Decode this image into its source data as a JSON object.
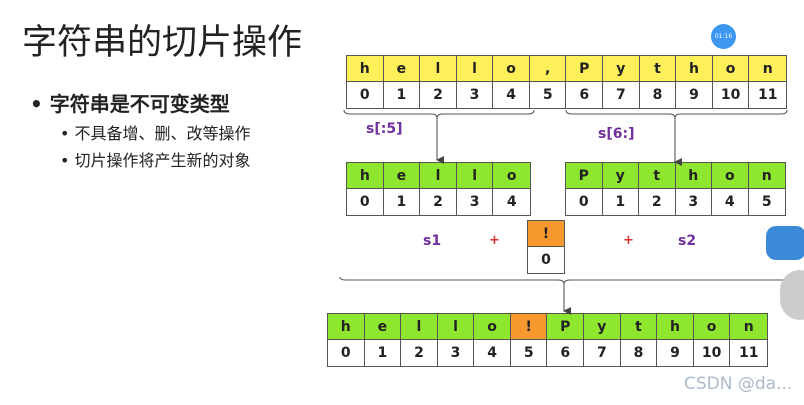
{
  "title": "字符串的切片操作",
  "bullets": {
    "main": "字符串是不可变类型",
    "sub": [
      "不具备增、删、改等操作",
      "切片操作将产生新的对象"
    ]
  },
  "timer": "01:16",
  "original": {
    "chars": [
      "h",
      "e",
      "l",
      "l",
      "o",
      ",",
      "P",
      "y",
      "t",
      "h",
      "o",
      "n"
    ],
    "indices": [
      "0",
      "1",
      "2",
      "3",
      "4",
      "5",
      "6",
      "7",
      "8",
      "9",
      "10",
      "11"
    ]
  },
  "s1": {
    "chars": [
      "h",
      "e",
      "l",
      "l",
      "o"
    ],
    "indices": [
      "0",
      "1",
      "2",
      "3",
      "4"
    ]
  },
  "s2": {
    "chars": [
      "P",
      "y",
      "t",
      "h",
      "o",
      "n"
    ],
    "indices": [
      "0",
      "1",
      "2",
      "3",
      "4",
      "5"
    ]
  },
  "bang": {
    "chars": [
      "!"
    ],
    "indices": [
      "0"
    ]
  },
  "result": {
    "chars": [
      "h",
      "e",
      "l",
      "l",
      "o",
      "!",
      "P",
      "y",
      "t",
      "h",
      "o",
      "n"
    ],
    "indices": [
      "0",
      "1",
      "2",
      "3",
      "4",
      "5",
      "6",
      "7",
      "8",
      "9",
      "10",
      "11"
    ]
  },
  "labels": {
    "slice1": "s[:5]",
    "slice2": "s[6:]",
    "s1": "s1",
    "plus": "+",
    "s2": "s2"
  },
  "watermark": "CSDN @da...",
  "colors": {
    "yellow": "#fff05a",
    "green": "#8ee62e",
    "orange": "#f7992f",
    "label": "#7030a0",
    "plus": "#e03030"
  }
}
